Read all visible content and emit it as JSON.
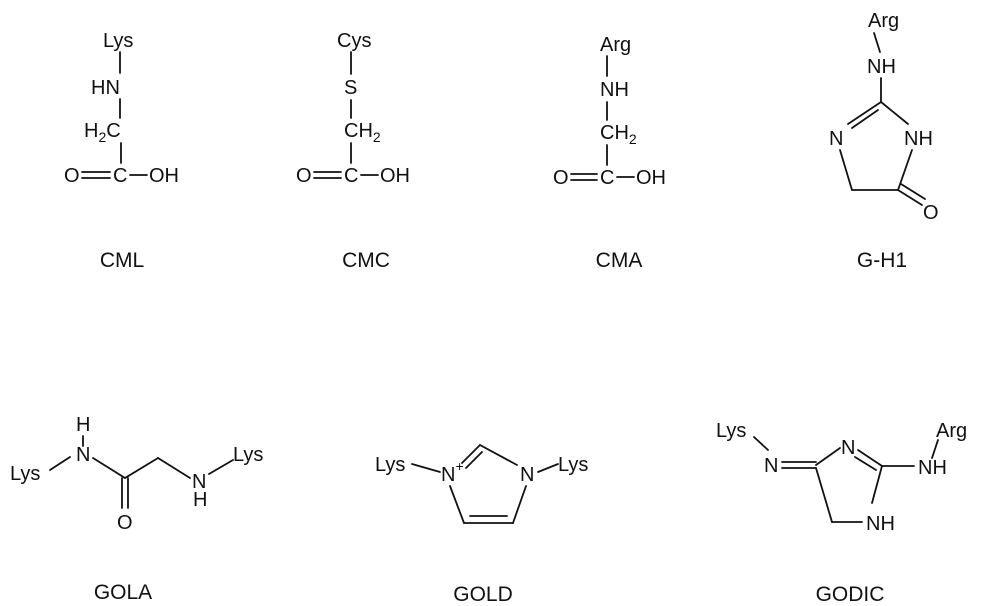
{
  "molecules": {
    "cml": {
      "name": "CML",
      "atoms": {
        "r": "Lys",
        "n": "HN",
        "c": "H",
        "c_sub": "2",
        "c_tail": "C",
        "o": "O",
        "c2": "C",
        "oh": "OH"
      }
    },
    "cmc": {
      "name": "CMC",
      "atoms": {
        "r": "Cys",
        "s": "S",
        "c": "CH",
        "c_sub": "2",
        "o": "O",
        "c2": "C",
        "oh": "OH"
      }
    },
    "cma": {
      "name": "CMA",
      "atoms": {
        "r": "Arg",
        "n": "NH",
        "c": "CH",
        "c_sub": "2",
        "o": "O",
        "c2": "C",
        "oh": "OH"
      }
    },
    "gh1": {
      "name": "G-H1",
      "atoms": {
        "r": "Arg",
        "nh_exo": "NH",
        "n_ring": "N",
        "nh_ring": "NH",
        "o": "O"
      }
    },
    "gola": {
      "name": "GOLA",
      "atoms": {
        "h_top": "H",
        "n_left": "N",
        "lys_left": "Lys",
        "o": "O",
        "n_right": "N",
        "h_bottom": "H",
        "lys_right": "Lys"
      }
    },
    "gold": {
      "name": "GOLD",
      "atoms": {
        "lys_left": "Lys",
        "n_plus": "N",
        "plus": "+",
        "n_right": "N",
        "lys_right": "Lys"
      }
    },
    "godic": {
      "name": "GODIC",
      "atoms": {
        "lys": "Lys",
        "n_exo": "N",
        "n_ring": "N",
        "arg": "Arg",
        "nh_exo": "NH",
        "nh_ring": "NH"
      }
    }
  }
}
